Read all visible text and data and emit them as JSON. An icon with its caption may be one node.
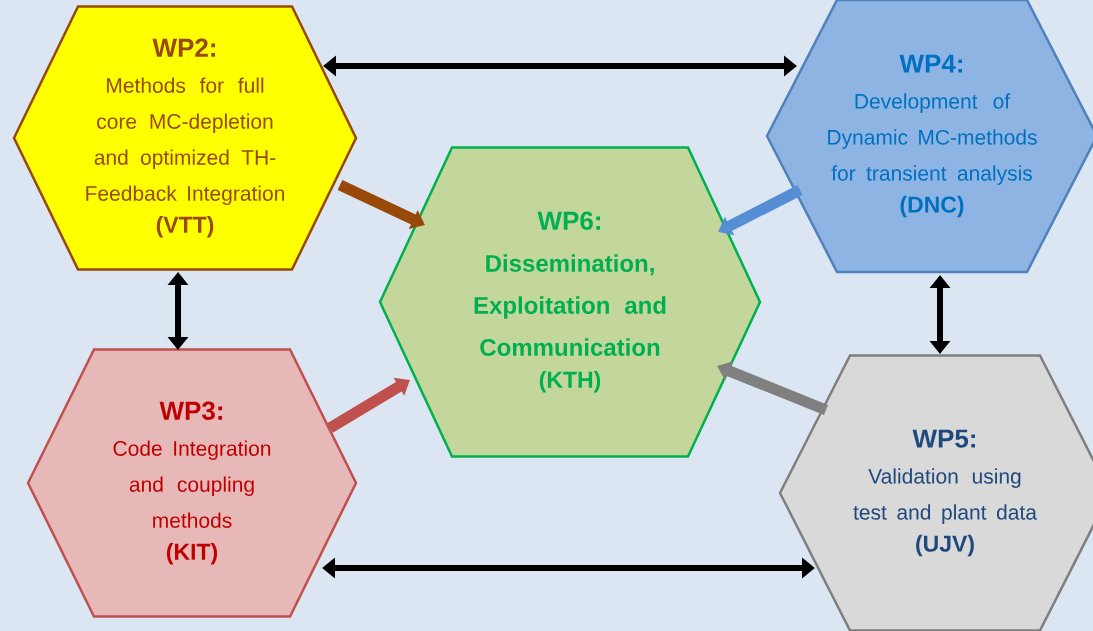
{
  "diagram": {
    "nodes": [
      {
        "text": [
          "WP2:",
          "Methods for full core MC-depletion and optimized TH-Feedback Integration",
          "(VTT)"
        ]
      },
      {
        "text": [
          "WP4:",
          "Development of Dynamic MC-methods for transient analysis",
          "(DNC)"
        ]
      },
      {
        "text": [
          "WP6:",
          "Dissemination, Exploitation and Communication",
          "(KTH)"
        ]
      },
      {
        "text": [
          "WP3:",
          "Code Integration and coupling methods",
          "(KIT)"
        ]
      },
      {
        "text": [
          "WP5:",
          "Validation using test and plant data",
          "(UJV)"
        ]
      }
    ],
    "edges": [
      {
        "from": 0,
        "to": 1,
        "arrow": "both"
      },
      {
        "from": 0,
        "to": 2,
        "arrow": "to",
        "style": "thick",
        "color": "#984807"
      },
      {
        "from": 1,
        "to": 2,
        "arrow": "to",
        "style": "thick",
        "color": "#558ed5"
      },
      {
        "from": 0,
        "to": 3,
        "arrow": "both"
      },
      {
        "from": 3,
        "to": 2,
        "arrow": "to",
        "style": "thick",
        "color": "#c0504d"
      },
      {
        "from": 4,
        "to": 2,
        "arrow": "to",
        "style": "thick",
        "color": "#808080"
      },
      {
        "from": 1,
        "to": 4,
        "arrow": "both"
      },
      {
        "from": 3,
        "to": 4,
        "arrow": "both"
      }
    ]
  }
}
